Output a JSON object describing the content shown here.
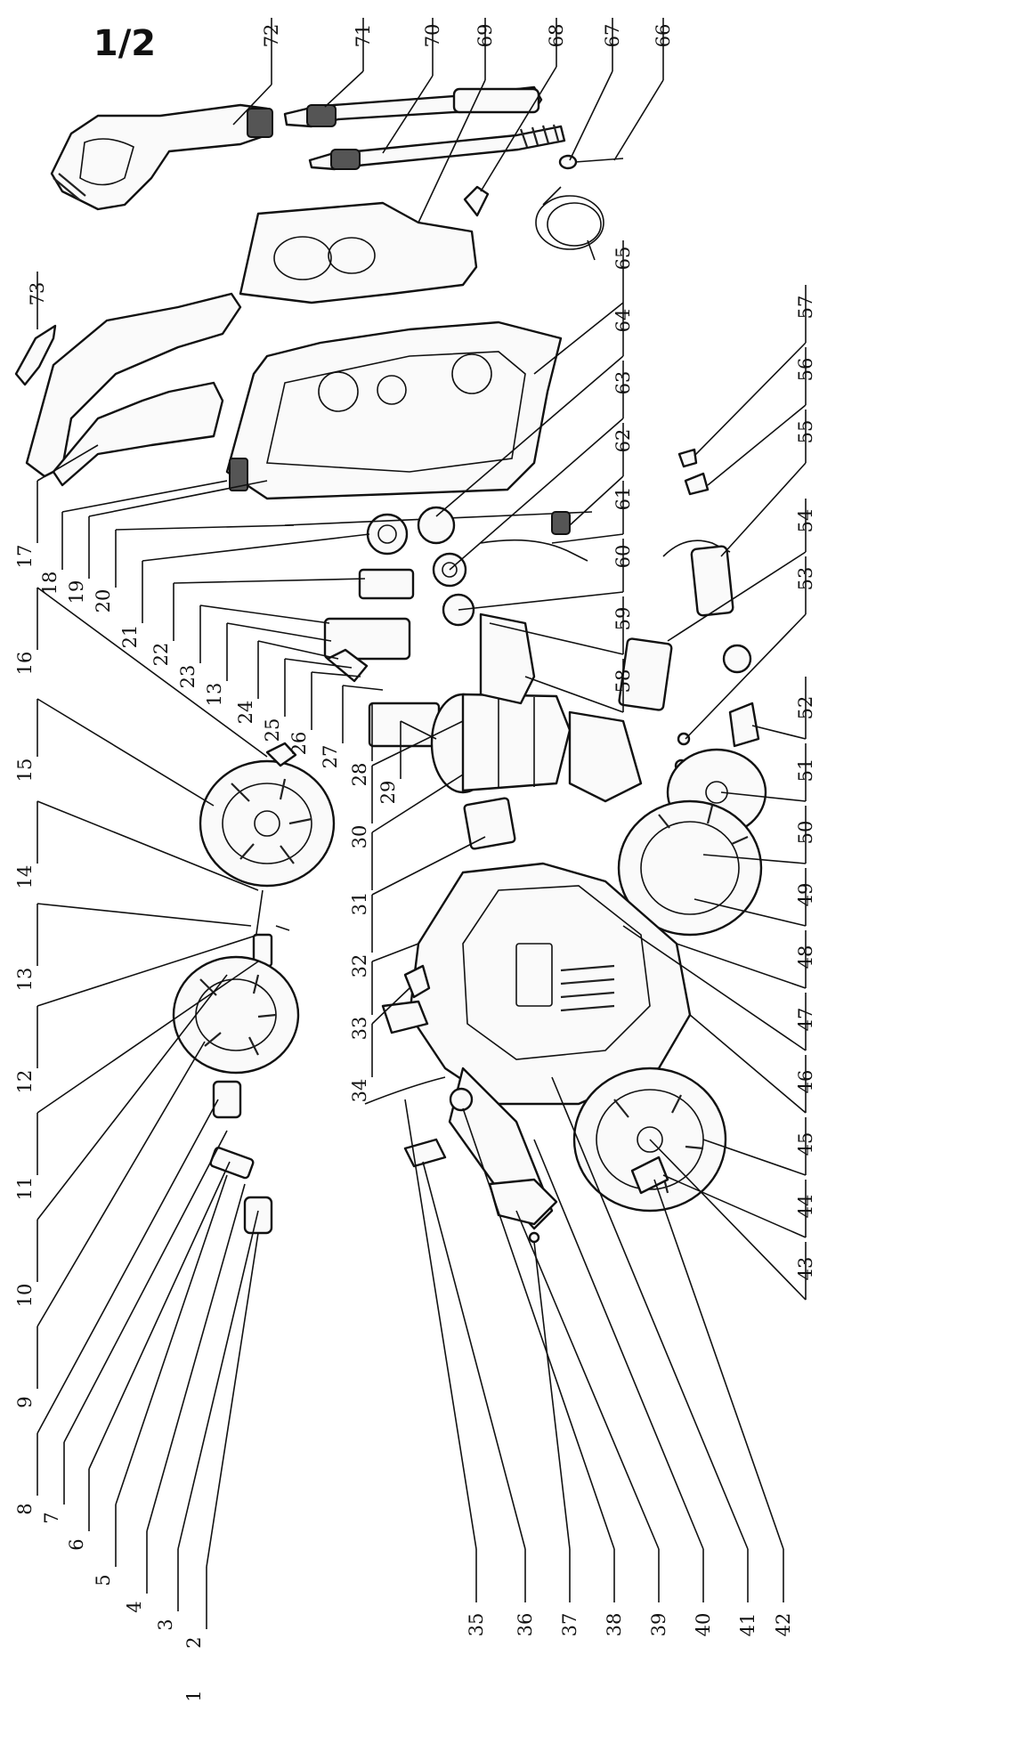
{
  "page_label": "1/2",
  "callouts_top": [
    {
      "id": "c72",
      "text": "72"
    },
    {
      "id": "c71",
      "text": "71"
    },
    {
      "id": "c70",
      "text": "70"
    },
    {
      "id": "c69",
      "text": "69"
    },
    {
      "id": "c68",
      "text": "68"
    },
    {
      "id": "c67",
      "text": "67"
    },
    {
      "id": "c66",
      "text": "66"
    },
    {
      "id": "c73",
      "text": "73"
    },
    {
      "id": "c65",
      "text": "65"
    },
    {
      "id": "c64",
      "text": "64"
    },
    {
      "id": "c63",
      "text": "63"
    },
    {
      "id": "c62",
      "text": "62"
    },
    {
      "id": "c61",
      "text": "61"
    },
    {
      "id": "c60",
      "text": "60"
    },
    {
      "id": "c57",
      "text": "57"
    },
    {
      "id": "c56",
      "text": "56"
    },
    {
      "id": "c55",
      "text": "55"
    },
    {
      "id": "c54",
      "text": "54"
    },
    {
      "id": "c53",
      "text": "53"
    },
    {
      "id": "c59",
      "text": "59"
    },
    {
      "id": "c58",
      "text": "58"
    },
    {
      "id": "c52",
      "text": "52"
    },
    {
      "id": "c51",
      "text": "51"
    },
    {
      "id": "c50",
      "text": "50"
    },
    {
      "id": "c49",
      "text": "49"
    },
    {
      "id": "c48",
      "text": "48"
    },
    {
      "id": "c47",
      "text": "47"
    },
    {
      "id": "c46",
      "text": "46"
    },
    {
      "id": "c45",
      "text": "45"
    },
    {
      "id": "c44",
      "text": "44"
    },
    {
      "id": "c43",
      "text": "43"
    }
  ],
  "callouts_left": [
    {
      "id": "c17",
      "text": "17"
    },
    {
      "id": "c18",
      "text": "18"
    },
    {
      "id": "c19",
      "text": "19"
    },
    {
      "id": "c20",
      "text": "20"
    },
    {
      "id": "c21",
      "text": "21"
    },
    {
      "id": "c22",
      "text": "22"
    },
    {
      "id": "c23",
      "text": "23"
    },
    {
      "id": "c13b",
      "text": "13"
    },
    {
      "id": "c24",
      "text": "24"
    },
    {
      "id": "c25",
      "text": "25"
    },
    {
      "id": "c26",
      "text": "26"
    },
    {
      "id": "c27",
      "text": "27"
    },
    {
      "id": "c28",
      "text": "28"
    },
    {
      "id": "c29",
      "text": "29"
    },
    {
      "id": "c30",
      "text": "30"
    },
    {
      "id": "c31",
      "text": "31"
    },
    {
      "id": "c32",
      "text": "32"
    },
    {
      "id": "c33",
      "text": "33"
    },
    {
      "id": "c34",
      "text": "34"
    },
    {
      "id": "c16",
      "text": "16"
    },
    {
      "id": "c15",
      "text": "15"
    },
    {
      "id": "c14",
      "text": "14"
    },
    {
      "id": "c13",
      "text": "13"
    },
    {
      "id": "c12",
      "text": "12"
    },
    {
      "id": "c11",
      "text": "11"
    },
    {
      "id": "c10",
      "text": "10"
    },
    {
      "id": "c9",
      "text": "9"
    },
    {
      "id": "c8",
      "text": "8"
    },
    {
      "id": "c7",
      "text": "7"
    },
    {
      "id": "c6",
      "text": "6"
    },
    {
      "id": "c5",
      "text": "5"
    },
    {
      "id": "c4",
      "text": "4"
    },
    {
      "id": "c3",
      "text": "3"
    },
    {
      "id": "c2",
      "text": "2"
    },
    {
      "id": "c1",
      "text": "1"
    }
  ],
  "callouts_bottom": [
    {
      "id": "c35",
      "text": "35"
    },
    {
      "id": "c36",
      "text": "36"
    },
    {
      "id": "c37",
      "text": "37"
    },
    {
      "id": "c38",
      "text": "38"
    },
    {
      "id": "c39",
      "text": "39"
    },
    {
      "id": "c40",
      "text": "40"
    },
    {
      "id": "c41",
      "text": "41"
    },
    {
      "id": "c42",
      "text": "42"
    }
  ]
}
